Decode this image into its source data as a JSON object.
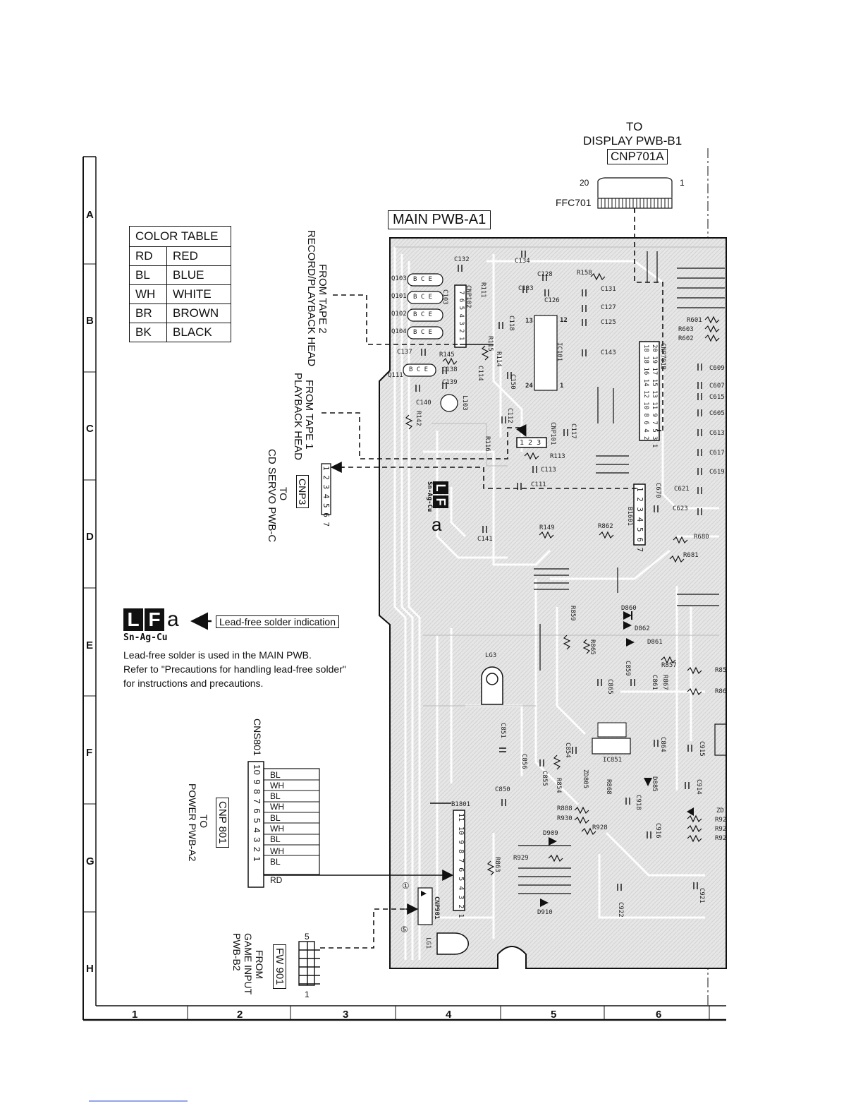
{
  "board_label": "MAIN PWB-A1",
  "row_labels": [
    "A",
    "B",
    "C",
    "D",
    "E",
    "F",
    "G",
    "H"
  ],
  "column_labels": [
    "1",
    "2",
    "3",
    "4",
    "5",
    "6"
  ],
  "color_table": {
    "title": "COLOR TABLE",
    "rows": [
      {
        "code": "RD",
        "color": "RED"
      },
      {
        "code": "BL",
        "color": "BLUE"
      },
      {
        "code": "WH",
        "color": "WHITE"
      },
      {
        "code": "BR",
        "color": "BROWN"
      },
      {
        "code": "BK",
        "color": "BLACK"
      }
    ]
  },
  "display_connection": {
    "to": "TO",
    "destination": "DISPLAY PWB-B1",
    "connector": "CNP701A",
    "pin_left": "20",
    "pin_right": "1",
    "cable": "FFC701"
  },
  "tape2": {
    "line1": "FROM TAPE 2",
    "line2": "RECORD/PLAYBACK HEAD"
  },
  "tape1": {
    "line1": "FROM TAPE 1",
    "line2": "PLAYBACK HEAD"
  },
  "cd_servo": {
    "to": "TO",
    "connector": "CNP3",
    "destination": "CD SERVO PWB-C",
    "pins": "1 2 3 4 5 6 7"
  },
  "lead_free": {
    "letters": [
      "L",
      "F"
    ],
    "suffix": "a",
    "arrow_label": "Lead-free solder indication",
    "alloy": "Sn-Ag-Cu",
    "note": [
      "Lead-free solder is used in the MAIN PWB.",
      "Refer to \"Precautions for handling lead-free solder\"",
      "for instructions and precautions."
    ]
  },
  "power_connection": {
    "connector_name": "CNS801",
    "to": "TO",
    "connector": "CNP 801",
    "destination": "POWER PWB-A2",
    "pins": "10 9 8 7 6 5 4 3 2 1",
    "wires": [
      "BL",
      "WH",
      "BL",
      "WH",
      "BL",
      "WH",
      "BL",
      "WH",
      "BL",
      "RD"
    ]
  },
  "game_input": {
    "from": "FROM",
    "destination": "GAME INPUT PWB-B2",
    "connector": "FW 901",
    "pin_top": "5",
    "pin_bottom": "1"
  },
  "components": {
    "q103": "Q103",
    "q101": "Q101",
    "q102": "Q102",
    "q104": "Q104",
    "q111": "Q111",
    "bce": "B C E",
    "c132": "C132",
    "c134": "C134",
    "c128": "C128",
    "c133": "C133",
    "c126": "C126",
    "r158": "R158",
    "c131": "C131",
    "c127": "C127",
    "c125": "C125",
    "c143": "C143",
    "c103": "C103",
    "cnp102": "CNP102",
    "cnp102_pins": "7 6 5 4 3 2 1",
    "r111": "R111",
    "c118": "C118",
    "r115": "R115",
    "ic101": "IC101",
    "pin13": "13",
    "pin12": "12",
    "pin24": "24",
    "pin1": "1",
    "c137": "C137",
    "r145": "R145",
    "c138": "C138",
    "c139": "C139",
    "c114": "C114",
    "r114": "R114",
    "c150": "C150",
    "c140": "C140",
    "l103": "L103",
    "r142": "R142",
    "c112": "C112",
    "r116": "R116",
    "cnp101": "CNP101",
    "cnp101_pins": "1 2 3",
    "c117": "C117",
    "r113": "R113",
    "c113": "C113",
    "c111": "C111",
    "c141": "C141",
    "r149": "R149",
    "r862": "R862",
    "b1601": "B1601",
    "b1601_pins": "1 2 3 4 5 6 7",
    "cnp701b": "CNP701B",
    "cnp701b_top": "20 19 17 15 13 11 9 7 5 3 1",
    "cnp701b_bottom": "18 18 16 14 12 10 8 6 4 2",
    "r601": "R601",
    "r603": "R603",
    "r602": "R602",
    "c609": "C609",
    "c607": "C607",
    "c615": "C615",
    "c605": "C605",
    "c613": "C613",
    "c617": "C617",
    "c619": "C619",
    "c670": "C670",
    "c621": "C621",
    "c623": "C623",
    "r680": "R680",
    "r681": "R681",
    "r859": "R859",
    "d860": "D860",
    "d862": "D862",
    "r865": "R865",
    "d861": "D861",
    "r857": "R857",
    "c859": "C859",
    "c865": "C865",
    "c861": "C861",
    "r867": "R867",
    "lg3": "LG3",
    "c851": "C851",
    "c856": "C856",
    "c855": "C855",
    "c854": "C854",
    "r854": "R854",
    "ic851": "IC851",
    "c864": "C864",
    "zd805": "ZD805",
    "r868": "R868",
    "d885": "D885",
    "c915": "C915",
    "c914": "C914",
    "c850": "C850",
    "b1801": "B1801",
    "b1801_pins": "11 10 9 8 7 6 5 4 3 2 1",
    "r888": "R888",
    "r930": "R930",
    "r928": "R928",
    "c918": "C918",
    "c916": "C916",
    "d909": "D909",
    "r929": "R929",
    "r863": "R863",
    "c922": "C922",
    "c921": "C921",
    "d910": "D910",
    "cnp901": "CNP901",
    "lg1": "LG1",
    "r85x": "R85",
    "r86x": "R86",
    "zd": "ZD",
    "r92a": "R92",
    "r92b": "R92",
    "r92c": "R92",
    "circ1": "①",
    "circ5": "⑤"
  }
}
